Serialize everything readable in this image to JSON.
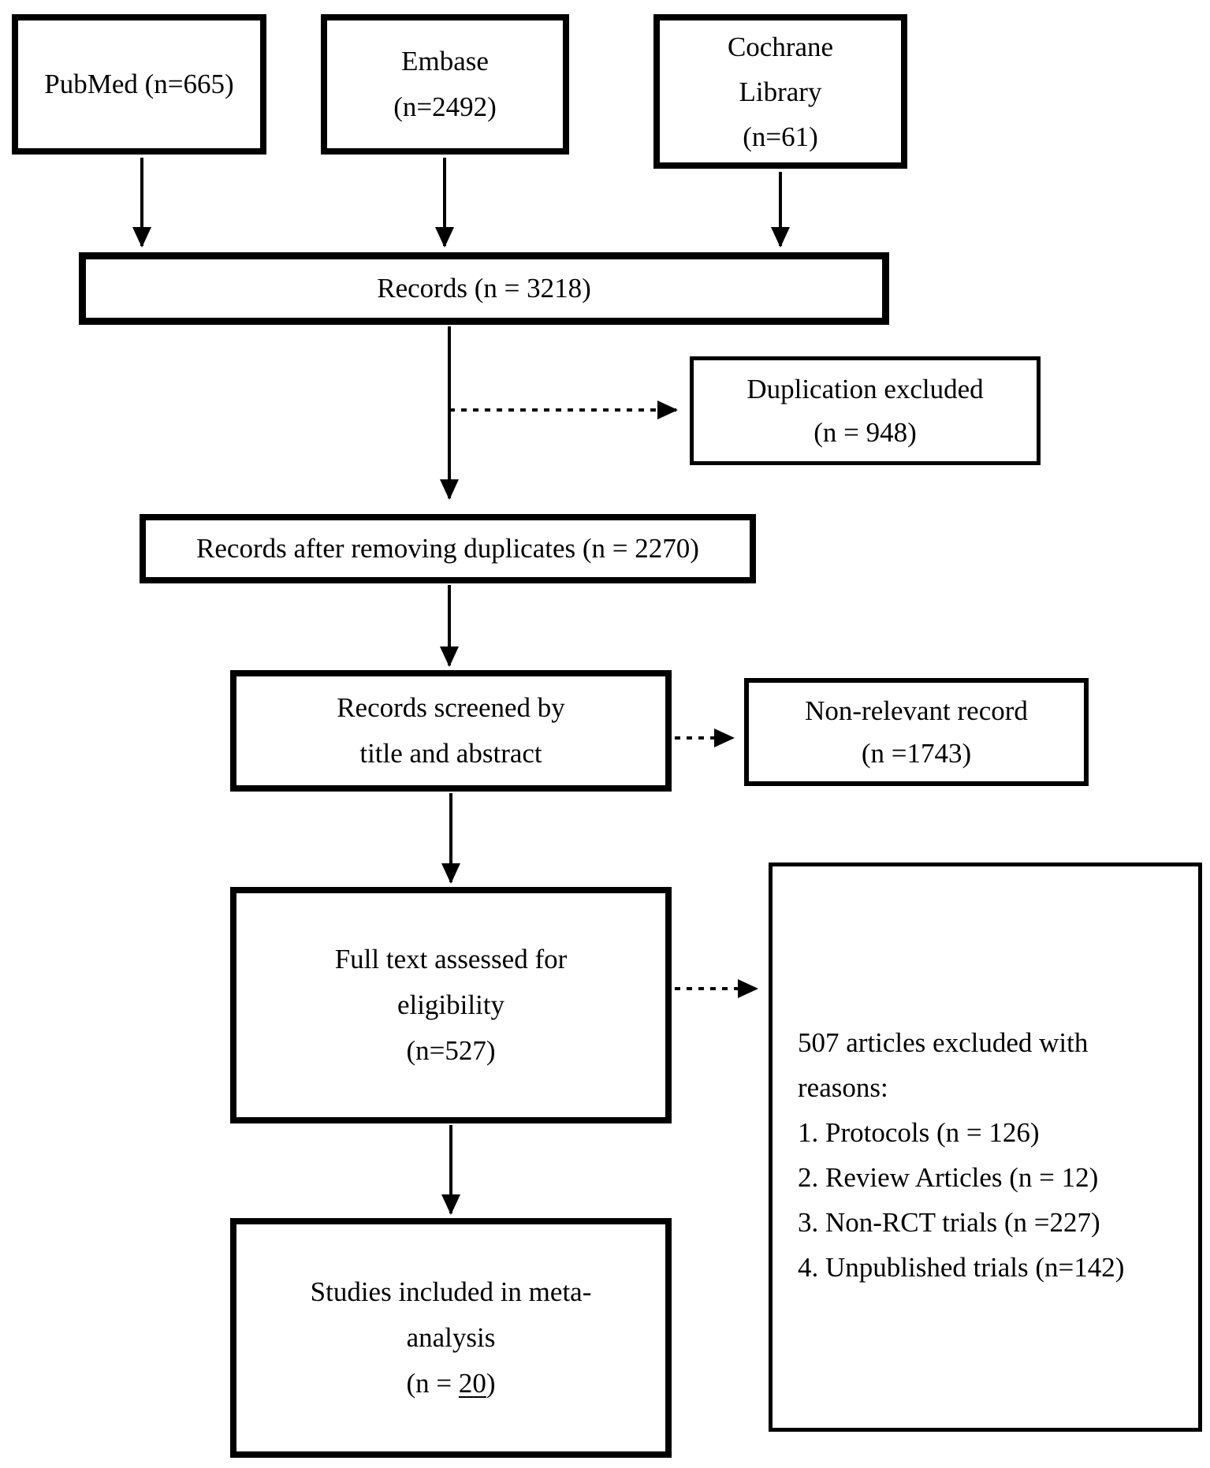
{
  "diagram": {
    "source_boxes": [
      {
        "name": "pubmed",
        "lines": [
          "PubMed (n=665)"
        ]
      },
      {
        "name": "embase",
        "lines": [
          "Embase",
          "(n=2492)"
        ]
      },
      {
        "name": "cochrane",
        "lines": [
          "Cochrane",
          "Library",
          "(n=61)"
        ]
      }
    ],
    "records": {
      "label": "Records (n = 3218)"
    },
    "duplication_excluded": {
      "lines": [
        "Duplication excluded",
        "(n = 948)"
      ]
    },
    "records_after_duplicates": {
      "label": "Records after removing duplicates (n = 2270)"
    },
    "records_screened": {
      "lines": [
        "Records screened by",
        "title and abstract"
      ]
    },
    "non_relevant": {
      "lines": [
        "Non-relevant record",
        "(n =1743)"
      ]
    },
    "full_text": {
      "lines": [
        "Full text assessed for",
        "eligibility",
        "(n=527)"
      ]
    },
    "excluded_reasons": {
      "lines": [
        "507 articles excluded with",
        "reasons:",
        "1. Protocols (n = 126)",
        "2. Review Articles (n = 12)",
        "3. Non-RCT trials (n =227)",
        "4. Unpublished trials (n=142)"
      ]
    },
    "studies_included": {
      "lines": [
        "Studies included in meta-",
        "analysis"
      ],
      "n_prefix": "(n = ",
      "n_value": "20",
      "n_suffix": ")"
    }
  },
  "colors": {
    "border": "#000000",
    "text": "#000000",
    "background": "#ffffff"
  }
}
